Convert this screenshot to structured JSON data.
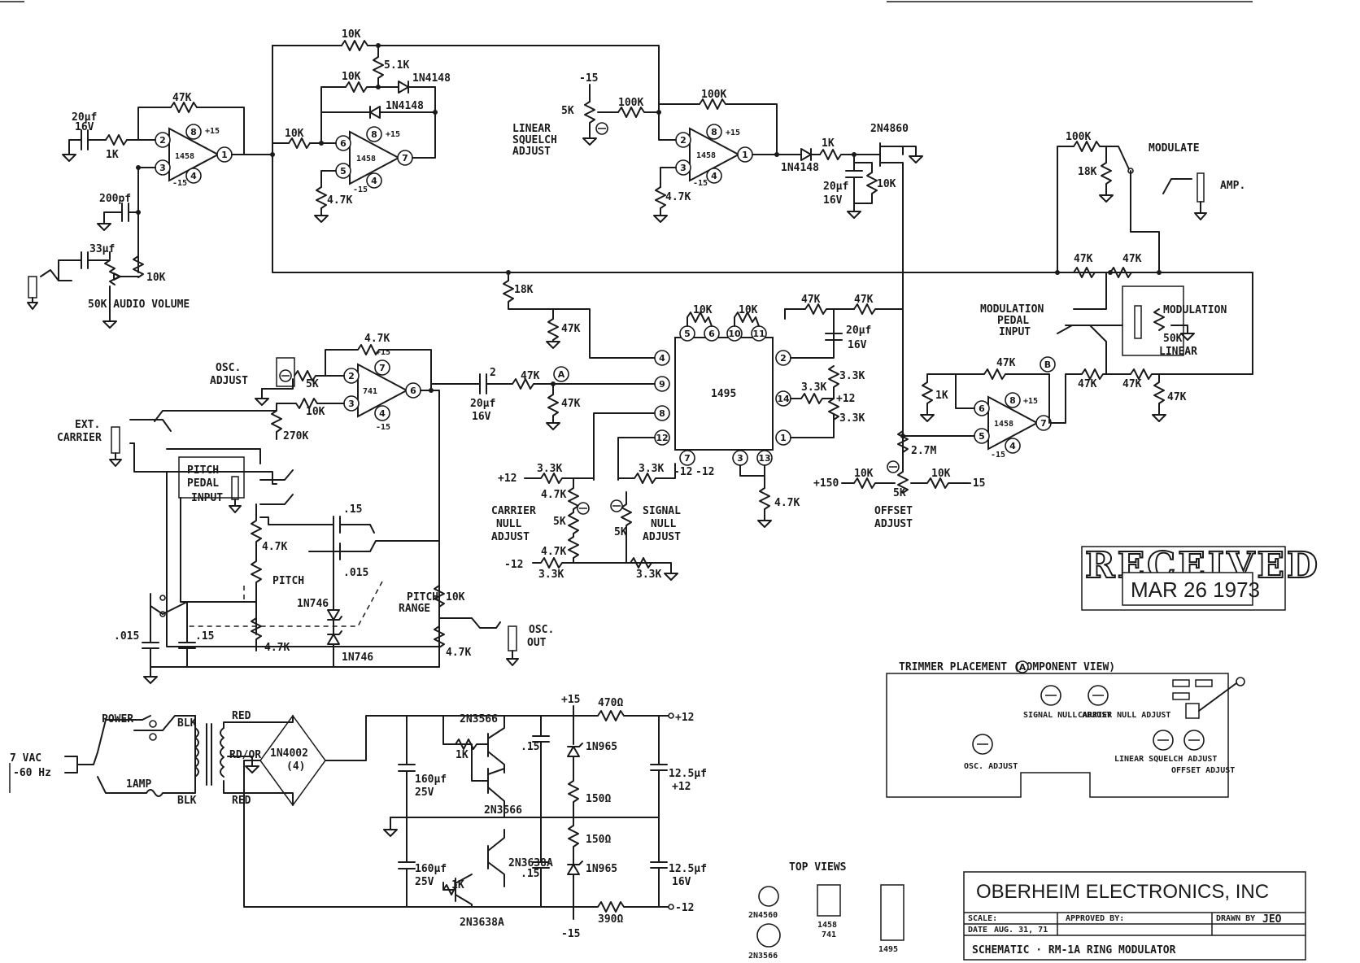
{
  "title_block": {
    "company": "OBERHEIM ELECTRONICS, INC",
    "scale_label": "SCALE:",
    "approved_label": "APPROVED BY:",
    "drawn_label": "DRAWN BY",
    "drawn_by": "JEO",
    "date_label": "DATE",
    "date_value": "AUG. 31, 71",
    "schematic_title": "SCHEMATIC · RM-1A RING MODULATOR"
  },
  "stamp": {
    "word": "RECEIVED",
    "date": "MAR 26 1973"
  },
  "top_views": {
    "title": "TOP VIEWS",
    "parts": [
      "2N4560",
      "1458",
      "741",
      "1495",
      "2N3566"
    ]
  },
  "trimmer_panel": {
    "title": "TRIMMER PLACEMENT (COMPONENT VIEW)",
    "trimmers": [
      "SIGNAL NULL ADJUST",
      "CARRIER NULL ADJUST",
      "OSC. ADJUST",
      "LINEAR SQUELCH ADJUST",
      "OFFSET ADJUST"
    ],
    "node": "A"
  },
  "labels": {
    "audio_volume": "50K AUDIO VOLUME",
    "linear_squelch": [
      "LINEAR",
      "SQUELCH",
      "ADJUST"
    ],
    "modulate": "MODULATE",
    "amp": "AMP.",
    "modulation_pedal": [
      "MODULATION",
      "PEDAL",
      "INPUT"
    ],
    "modulation": "MODULATION",
    "linear_50k": [
      "50K",
      "LINEAR"
    ],
    "osc_adjust": [
      "OSC.",
      "ADJUST"
    ],
    "ext_carrier": [
      "EXT.",
      "CARRIER"
    ],
    "pitch_pedal": [
      "PITCH",
      "PEDAL",
      "INPUT"
    ],
    "pitch": "PITCH",
    "pitch_range": [
      "PITCH",
      "RANGE"
    ],
    "osc_out": [
      "OSC.",
      "OUT"
    ],
    "carrier_null": [
      "CARRIER",
      "NULL",
      "ADJUST"
    ],
    "signal_null": [
      "SIGNAL",
      "NULL",
      "ADJUST"
    ],
    "offset_adjust": [
      "OFFSET",
      "ADJUST"
    ],
    "power": "POWER",
    "amp_fuse": "1AMP",
    "mains": [
      "7 VAC",
      "-60 Hz"
    ],
    "ic_1495": "1495",
    "ic_741": "741",
    "ic_1458": "1458"
  },
  "components": {
    "r10k": "10K",
    "r47k": "47K",
    "r1k": "1K",
    "r5_1k": "5.1K",
    "r100k": "100K",
    "r18k": "18K",
    "r4_7k": "4.7K",
    "r3_3k": "3.3K",
    "r270k": "270K",
    "r2_7m": "2.7M",
    "r5k": "5K",
    "r470": "470Ω",
    "r150": "150Ω",
    "r390": "390Ω",
    "c20uf": "20μf",
    "v16": "16V",
    "c200pf": "200pf",
    "c33uf": "33μf",
    "c015": ".015",
    "c15": ".15",
    "c160uf": "160μf",
    "v25": "25V",
    "c125uf": "12.5μf",
    "d1n4148": "1N4148",
    "d1n746": "1N746",
    "d1n965": "1N965",
    "d1n4002": "1N4002",
    "d_count": "(4)",
    "q2n4860": "2N4860",
    "q2n3566": "2N3566",
    "q2n3638a": "2N3638A",
    "v15": "+15",
    "vm15": "-15",
    "v12": "+12",
    "vm12": "-12",
    "p150": "+150",
    "blk": "BLK",
    "red": "RED",
    "rdor": "RD/OR",
    "node_a": "A",
    "node_b": "B"
  },
  "colors": {
    "ink": "#1a1a1a",
    "paper": "#ffffff"
  }
}
